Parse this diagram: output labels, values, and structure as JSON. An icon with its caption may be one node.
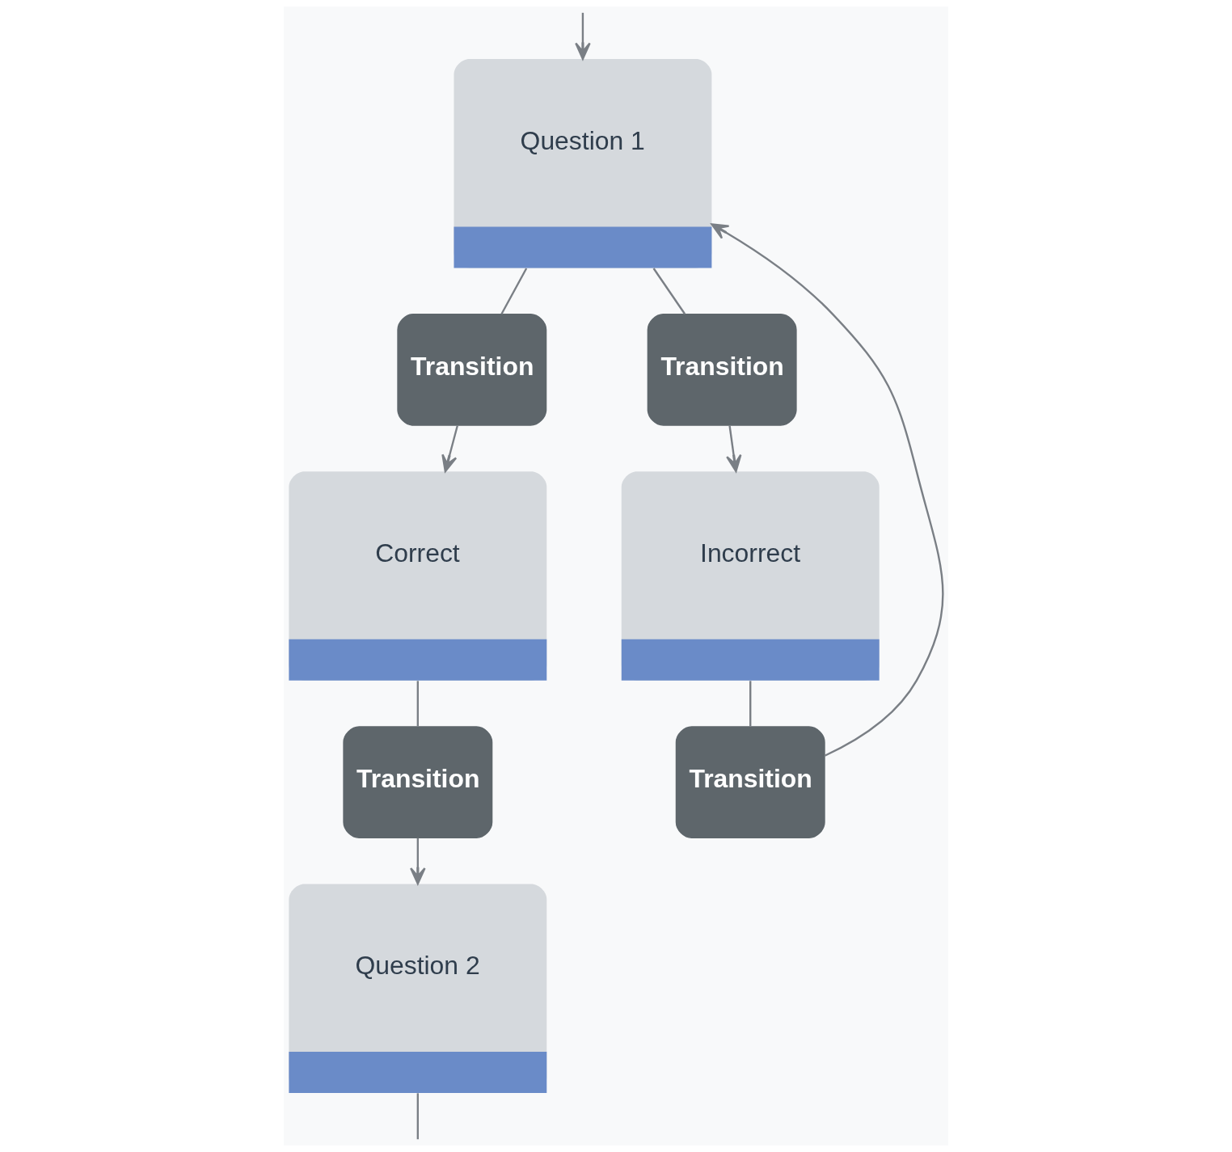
{
  "diagram": {
    "nodes": [
      {
        "text": [
          "Question 1"
        ]
      },
      {
        "text": [
          "Transition"
        ]
      },
      {
        "text": [
          "Transition"
        ]
      },
      {
        "text": [
          "Correct"
        ]
      },
      {
        "text": [
          "Incorrect"
        ]
      },
      {
        "text": [
          "Transition"
        ]
      },
      {
        "text": [
          "Question 2"
        ]
      },
      {
        "text": [
          "Transition"
        ]
      }
    ],
    "edges": [
      {
        "from": null,
        "to": 0,
        "arrow": "to"
      },
      {
        "from": 0,
        "to": 1,
        "arrow": "none"
      },
      {
        "from": 1,
        "to": 3,
        "arrow": "to"
      },
      {
        "from": 0,
        "to": 2,
        "arrow": "none"
      },
      {
        "from": 2,
        "to": 4,
        "arrow": "to"
      },
      {
        "from": 3,
        "to": 5,
        "arrow": "none"
      },
      {
        "from": 5,
        "to": 6,
        "arrow": "to"
      },
      {
        "from": 4,
        "to": 7,
        "arrow": "none"
      },
      {
        "from": 7,
        "to": 0,
        "arrow": "to"
      },
      {
        "from": 6,
        "to": null,
        "arrow": "none"
      }
    ]
  }
}
